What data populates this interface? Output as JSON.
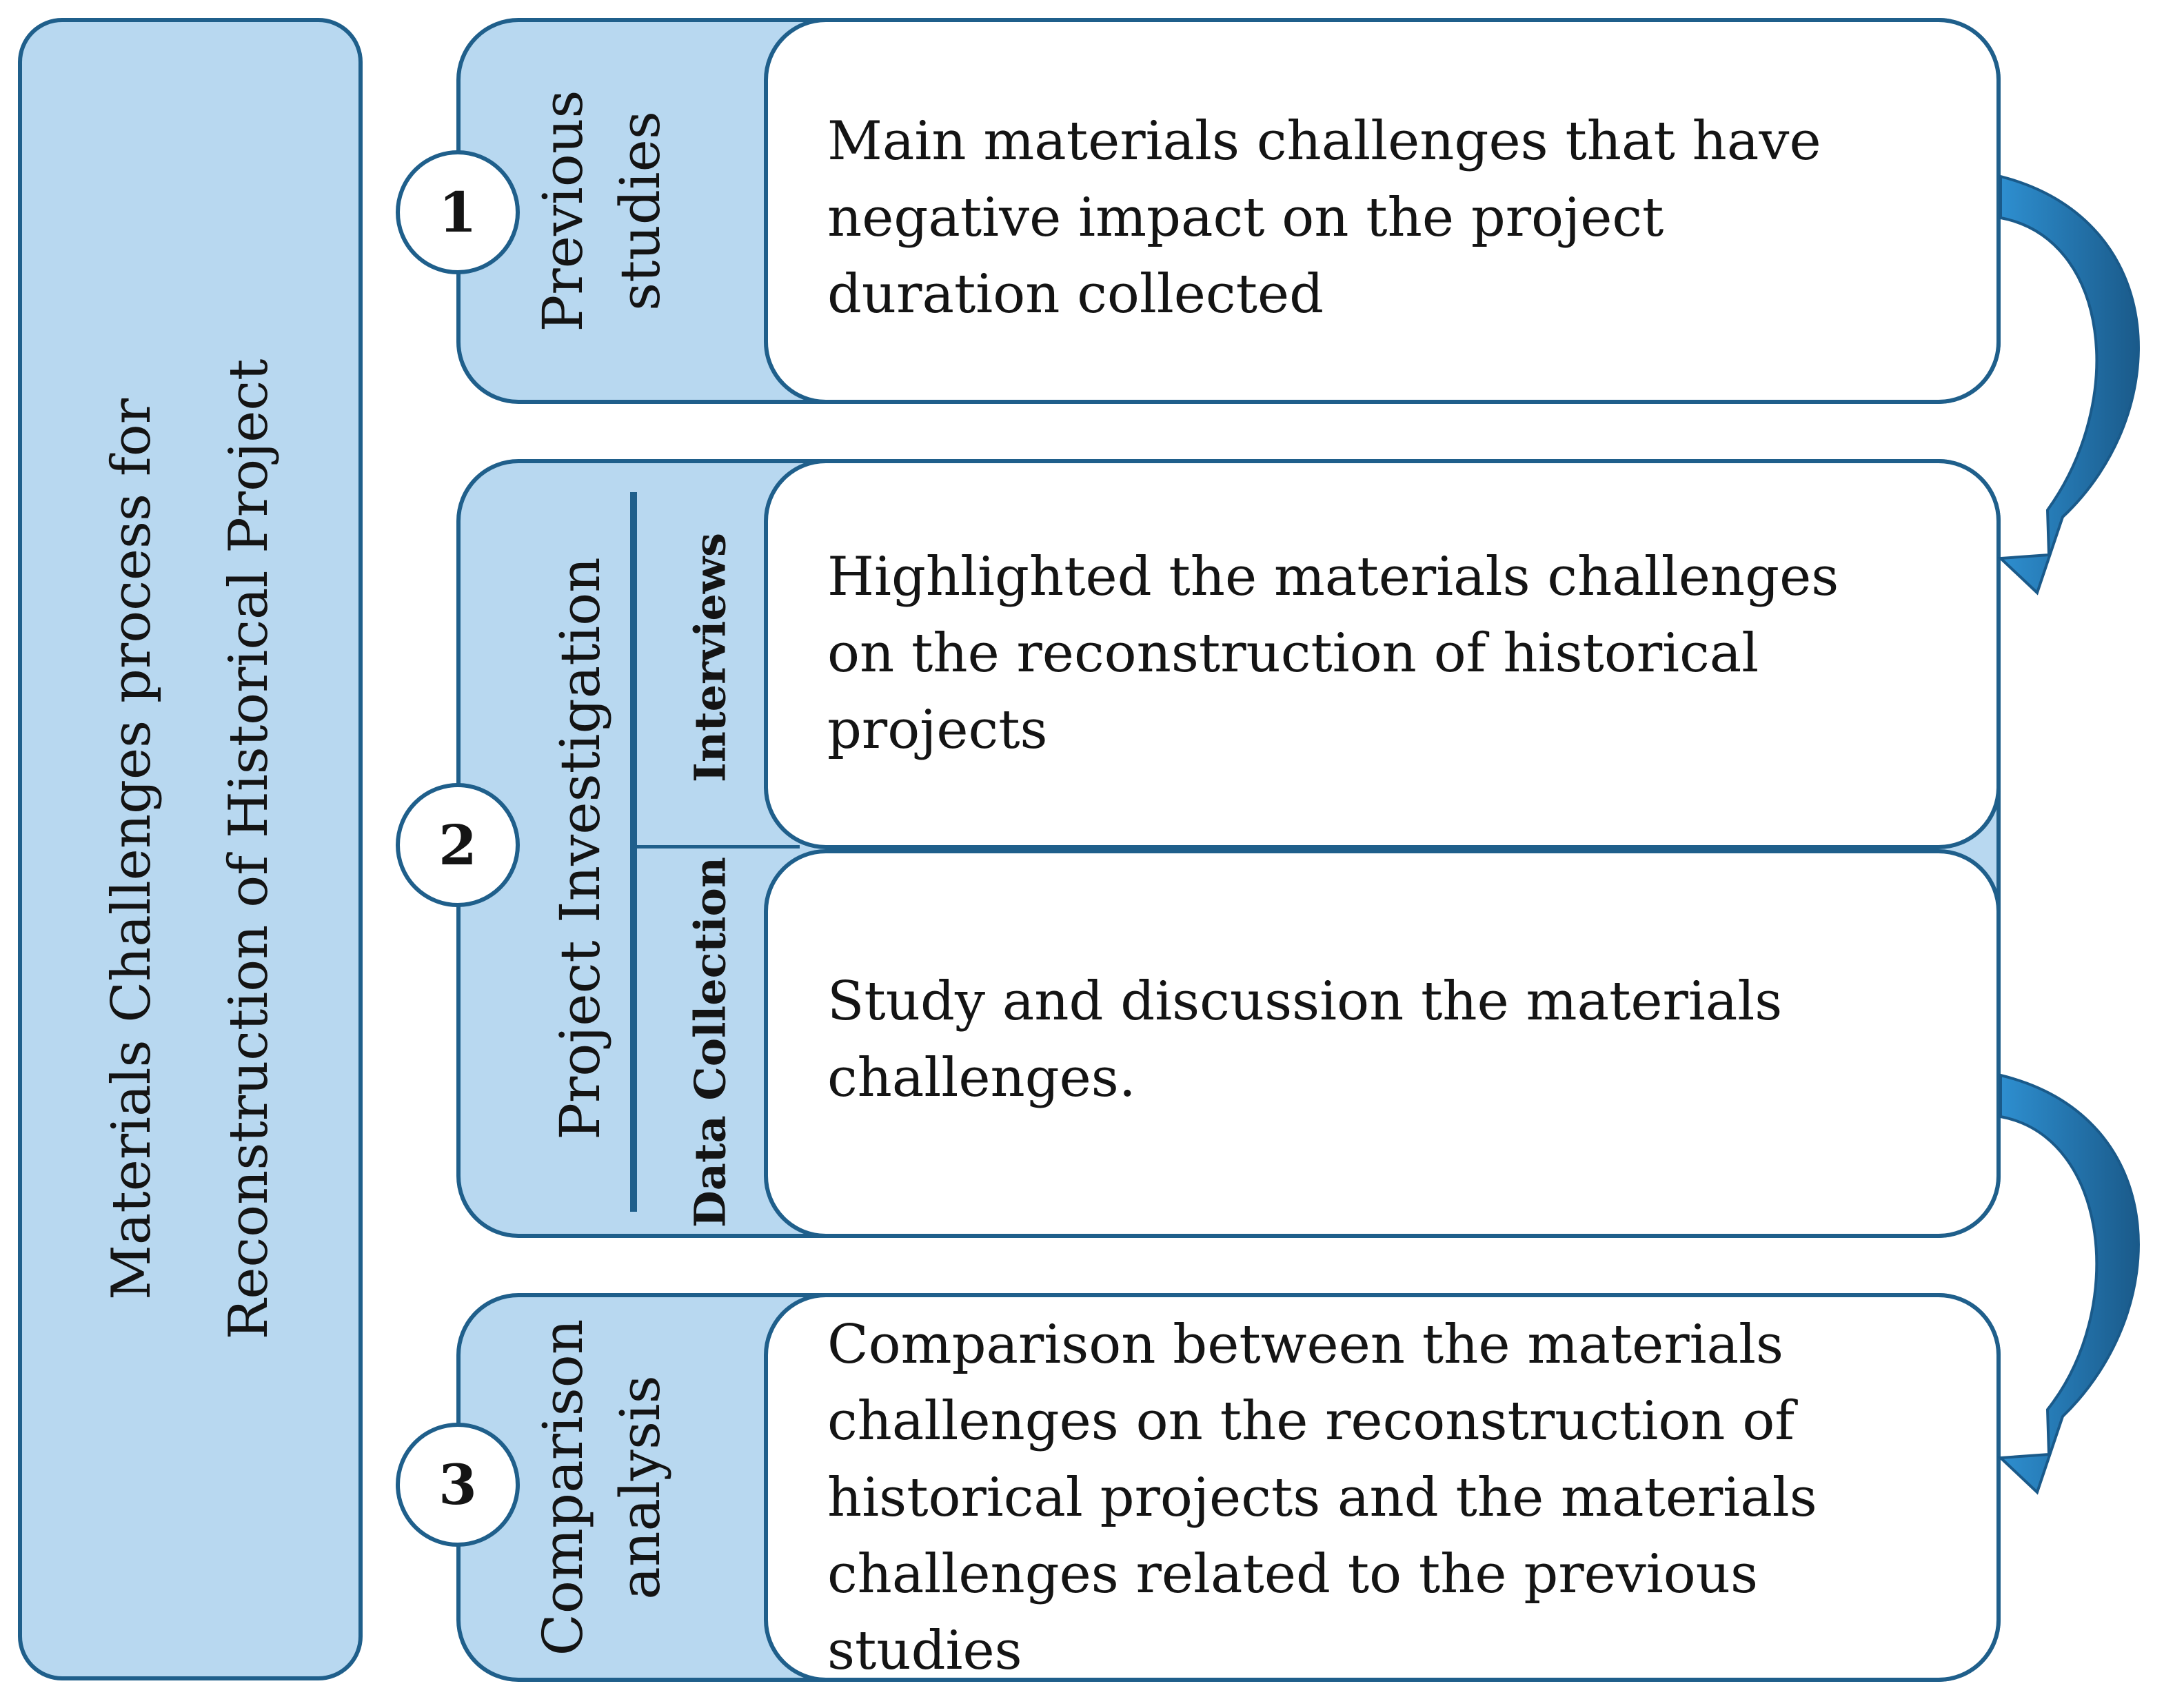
{
  "left_panel": {
    "title_line1": "Materials Challenges  process for",
    "title_line2": "Reconstruction  of Historical Project"
  },
  "steps": [
    {
      "number": "1",
      "label_line1": "Previous",
      "label_line2": "studies",
      "content": "Main materials  challenges  that have\nnegative  impact  on the project\nduration  collected"
    },
    {
      "number": "2",
      "label": "Project Investigation",
      "sub_steps": [
        {
          "label": "Interviews",
          "content": "Highlighted  the materials  challenges\non the reconstruction  of historical\nprojects"
        },
        {
          "label": "Data Collection",
          "content": "Study  and discussion  the materials\nchallenges."
        }
      ]
    },
    {
      "number": "3",
      "label_line1": "Comparison",
      "label_line2": "analysis",
      "content": "Comparison  between the materials\nchallenges  on the reconstruction  of\nhistorical  projects and the materials\nchallenges  related  to the previous\nstudies"
    }
  ],
  "colors": {
    "panel_fill": "#b8d8f0",
    "border": "#1f5f8b",
    "arrow_light": "#2e8fd0",
    "arrow_dark": "#1a5a8a"
  }
}
